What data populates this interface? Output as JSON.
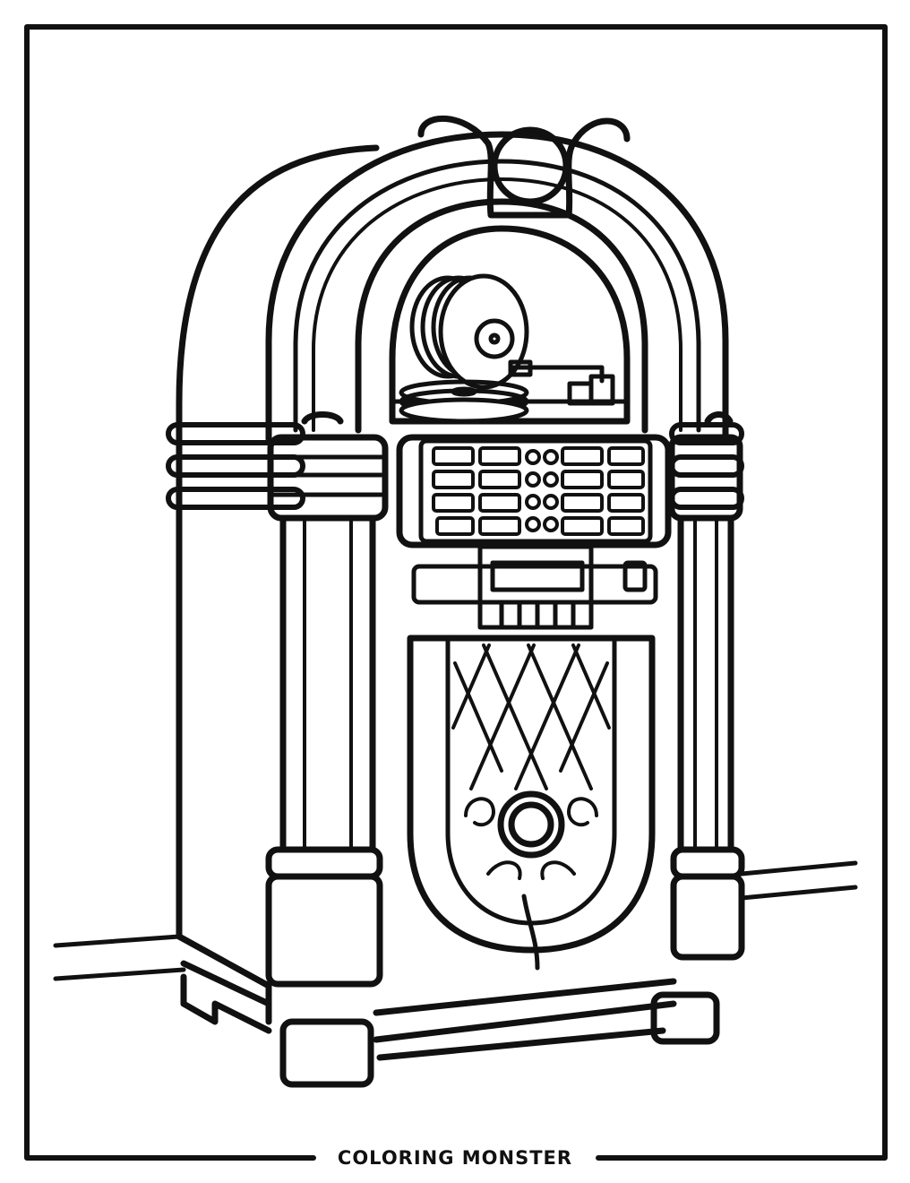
{
  "brand": {
    "label": "COLORING MONSTER"
  },
  "illustration": {
    "subject": "jukebox",
    "style": "black-and-white line art"
  },
  "colors": {
    "ink": "#111111",
    "paper": "#ffffff"
  }
}
